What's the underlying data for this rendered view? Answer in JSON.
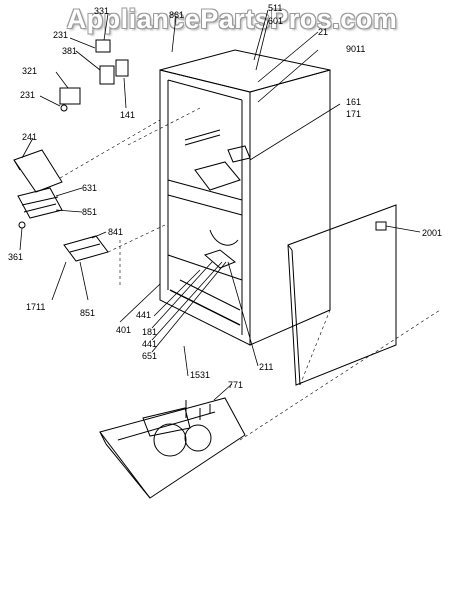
{
  "watermark": "AppliancePartsPros.com",
  "callouts": [
    {
      "id": "331",
      "text": "331"
    },
    {
      "id": "231a",
      "text": "231"
    },
    {
      "id": "381",
      "text": "381"
    },
    {
      "id": "321",
      "text": "321"
    },
    {
      "id": "231b",
      "text": "231"
    },
    {
      "id": "141",
      "text": "141"
    },
    {
      "id": "861",
      "text": "861"
    },
    {
      "id": "511",
      "text": "511"
    },
    {
      "id": "601",
      "text": "601"
    },
    {
      "id": "21",
      "text": "21"
    },
    {
      "id": "9011",
      "text": "9011"
    },
    {
      "id": "161",
      "text": "161"
    },
    {
      "id": "171",
      "text": "171"
    },
    {
      "id": "241",
      "text": "241"
    },
    {
      "id": "631",
      "text": "631"
    },
    {
      "id": "851a",
      "text": "851"
    },
    {
      "id": "361",
      "text": "361"
    },
    {
      "id": "841",
      "text": "841"
    },
    {
      "id": "2001",
      "text": "2001"
    },
    {
      "id": "1711",
      "text": "1711"
    },
    {
      "id": "851b",
      "text": "851"
    },
    {
      "id": "401",
      "text": "401"
    },
    {
      "id": "441a",
      "text": "441"
    },
    {
      "id": "181",
      "text": "181"
    },
    {
      "id": "441b",
      "text": "441"
    },
    {
      "id": "651",
      "text": "651"
    },
    {
      "id": "211",
      "text": "211"
    },
    {
      "id": "1531",
      "text": "1531"
    },
    {
      "id": "771",
      "text": "771"
    }
  ]
}
